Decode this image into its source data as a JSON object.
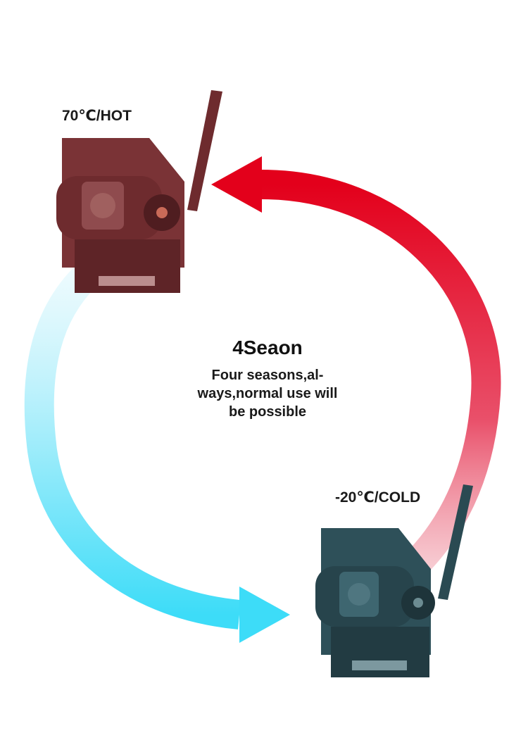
{
  "hot": {
    "label": "70℃/HOT"
  },
  "cold": {
    "label": "-20℃/COLD"
  },
  "center": {
    "title": "4Seaon",
    "description_lines": [
      "Four seasons,al-",
      "ways,normal use will",
      "be possible"
    ]
  },
  "colors": {
    "hot_arrow": "#e3001b",
    "cold_arrow": "#3ddcf8",
    "hot_camera_tint": "#6e2b2e",
    "cold_camera_tint": "#2a4a52"
  }
}
